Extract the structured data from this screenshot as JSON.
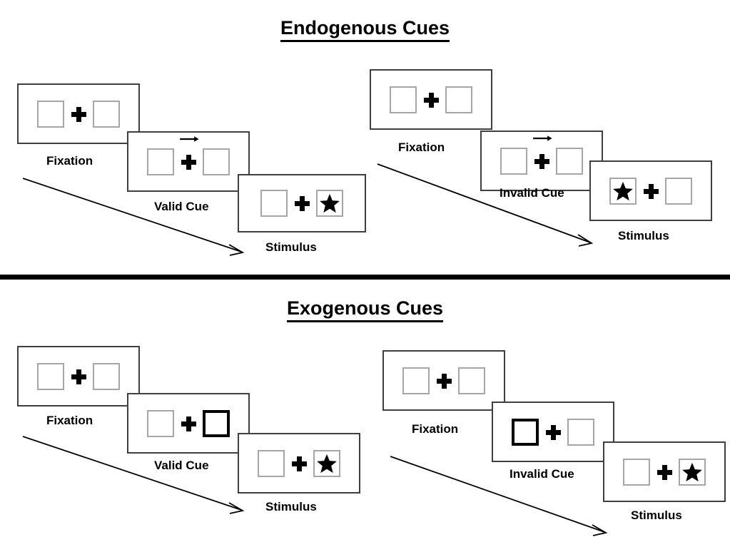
{
  "figure": {
    "type": "diagram",
    "description": "Posner cueing paradigm: endogenous and exogenous cue trial sequences",
    "background_color": "#ffffff",
    "box_border_color": "#a6a6a6",
    "cued_box_border_color": "#000000",
    "panel_border_color": "#3f3f3f",
    "divider_color": "#000000"
  },
  "sections": [
    {
      "id": "endogenous",
      "title": "Endogenous Cues",
      "sequences": [
        {
          "id": "endogenous-valid",
          "frames": [
            {
              "caption": "Fixation",
              "left_box": {
                "cued": false,
                "star": false
              },
              "right_box": {
                "cued": false,
                "star": false
              },
              "arrow_cue": "none"
            },
            {
              "caption": "Valid Cue",
              "left_box": {
                "cued": false,
                "star": false
              },
              "right_box": {
                "cued": false,
                "star": false
              },
              "arrow_cue": "right"
            },
            {
              "caption": "Stimulus",
              "left_box": {
                "cued": false,
                "star": false
              },
              "right_box": {
                "cued": false,
                "star": true
              },
              "arrow_cue": "none"
            }
          ]
        },
        {
          "id": "endogenous-invalid",
          "frames": [
            {
              "caption": "Fixation",
              "left_box": {
                "cued": false,
                "star": false
              },
              "right_box": {
                "cued": false,
                "star": false
              },
              "arrow_cue": "none"
            },
            {
              "caption": "Invalid Cue",
              "left_box": {
                "cued": false,
                "star": false
              },
              "right_box": {
                "cued": false,
                "star": false
              },
              "arrow_cue": "right"
            },
            {
              "caption": "Stimulus",
              "left_box": {
                "cued": false,
                "star": true
              },
              "right_box": {
                "cued": false,
                "star": false
              },
              "arrow_cue": "none"
            }
          ]
        }
      ]
    },
    {
      "id": "exogenous",
      "title": "Exogenous Cues",
      "sequences": [
        {
          "id": "exogenous-valid",
          "frames": [
            {
              "caption": "Fixation",
              "left_box": {
                "cued": false,
                "star": false
              },
              "right_box": {
                "cued": false,
                "star": false
              },
              "arrow_cue": "none"
            },
            {
              "caption": "Valid Cue",
              "left_box": {
                "cued": false,
                "star": false
              },
              "right_box": {
                "cued": true,
                "star": false
              },
              "arrow_cue": "none"
            },
            {
              "caption": "Stimulus",
              "left_box": {
                "cued": false,
                "star": false
              },
              "right_box": {
                "cued": false,
                "star": true
              },
              "arrow_cue": "none"
            }
          ]
        },
        {
          "id": "exogenous-invalid",
          "frames": [
            {
              "caption": "Fixation",
              "left_box": {
                "cued": false,
                "star": false
              },
              "right_box": {
                "cued": false,
                "star": false
              },
              "arrow_cue": "none"
            },
            {
              "caption": "Invalid Cue",
              "left_box": {
                "cued": true,
                "star": false
              },
              "right_box": {
                "cued": false,
                "star": false
              },
              "arrow_cue": "none"
            },
            {
              "caption": "Stimulus",
              "left_box": {
                "cued": false,
                "star": false
              },
              "right_box": {
                "cued": false,
                "star": true
              },
              "arrow_cue": "none"
            }
          ]
        }
      ]
    }
  ],
  "icons": {
    "fixation_cross": "plus-icon",
    "target": "star-icon",
    "endogenous_cue": "arrow-right-icon",
    "time_flow": "diagonal-arrow-icon"
  }
}
